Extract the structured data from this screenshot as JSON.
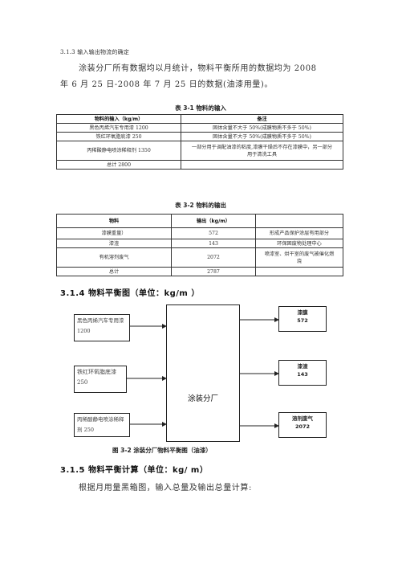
{
  "section_small": "3.1.3   输入输出物流的确定",
  "intro": {
    "line1": "涂装分厂所有数据均以月统计，物料平衡所用的数据均为 2008",
    "line2": "年 6 月 25 日-2008 年 7 月 25 日的数据(油漆用量)。"
  },
  "table1": {
    "caption": "表 3-1 物料的输入",
    "headers": [
      "物料的输入（kg/m）",
      "备注"
    ],
    "rows": [
      [
        "黑色丙烯汽车专用漆 1200",
        "固体含量不大于 50%(成膜物质不多于 50%)"
      ],
      [
        "铁红环氧脂底漆 250",
        "固体含量不大于 50%(成膜物质不多于 50%)"
      ],
      [
        "丙稀酸静电喷涂稀释剂 1350",
        "一部分用于调配油漆的粘度,漆膜干燥后不存在漆膜中，另一部分用于清洗工具"
      ],
      [
        "总计 2800",
        ""
      ]
    ]
  },
  "table2": {
    "caption": "表 3-2 物料的输出",
    "headers": [
      "物料",
      "输出（kg/m）",
      ""
    ],
    "rows": [
      [
        "漆膜重量）",
        "572",
        "形成产品保护涂层有用部分"
      ],
      [
        "漆渣",
        "143",
        "环保固废物处理中心"
      ],
      [
        "有机溶剂废气",
        "2072",
        "喷漆室、烘干室的废气被催化燃烧"
      ],
      [
        "总计",
        "2787",
        ""
      ]
    ]
  },
  "heading_314": "3.1.4 物料平衡图（单位：kg/m ）",
  "diagram": {
    "inputs": [
      "黑色丙烯汽车专用漆1200",
      "铁红环氧脂底漆 250",
      "丙稀酸静电喷涂稀释剂 250"
    ],
    "center": "涂装分厂",
    "outputs": [
      {
        "name": "漆膜",
        "value": "572"
      },
      {
        "name": "漆渣",
        "value": "143"
      },
      {
        "name": "溶剂废气",
        "value": "2072"
      }
    ],
    "caption": "图 3-2 涂装分厂物料平衡图（油漆）"
  },
  "heading_315": "3.1.5   物料平衡计算（单位：kg/ m）",
  "closing": "根据月用量黑箱图，输入总量及输出总量计算:"
}
